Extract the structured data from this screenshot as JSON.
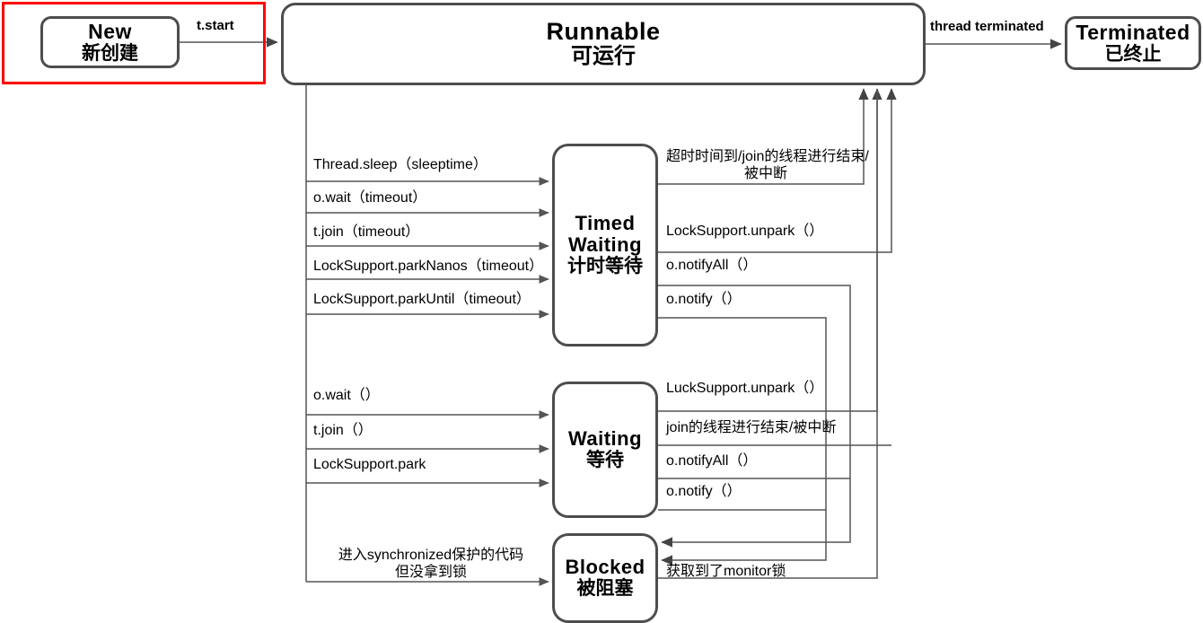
{
  "diagram": {
    "title": "Java Thread State Transition Diagram",
    "colors": {
      "box_border": "#4d4d4d",
      "wire": "#555555",
      "highlight": "#ff0000",
      "background": "#ffffff"
    }
  },
  "states": {
    "new": {
      "en": "New",
      "cn": "新创建"
    },
    "runnable": {
      "en": "Runnable",
      "cn": "可运行"
    },
    "terminated": {
      "en": "Terminated",
      "cn": "已终止"
    },
    "timed_waiting": {
      "en_line1": "Timed",
      "en_line2": "Waiting",
      "cn": "计时等待"
    },
    "waiting": {
      "en": "Waiting",
      "cn": "等待"
    },
    "blocked": {
      "en": "Blocked",
      "cn": "被阻塞"
    }
  },
  "edges": {
    "start": "t.start",
    "terminated": "thread terminated",
    "to_timed_waiting": [
      "Thread.sleep（sleeptime）",
      "o.wait（timeout）",
      "t.join（timeout）",
      "LockSupport.parkNanos（timeout）",
      "LockSupport.parkUntil（timeout）"
    ],
    "from_timed_waiting": [
      "超时时间到/join的线程进行结束/\n被中断",
      "LockSupport.unpark（）",
      "o.notifyAll（）",
      "o.notify（）"
    ],
    "to_waiting": [
      "o.wait（）",
      "t.join（）",
      "LockSupport.park"
    ],
    "from_waiting": [
      "LuckSupport.unpark（）",
      "join的线程进行结束/被中断",
      "o.notifyAll（）",
      "o.notify（）"
    ],
    "to_blocked": "进入synchronized保护的代码\n但没拿到锁",
    "from_blocked": "获取到了monitor锁"
  }
}
